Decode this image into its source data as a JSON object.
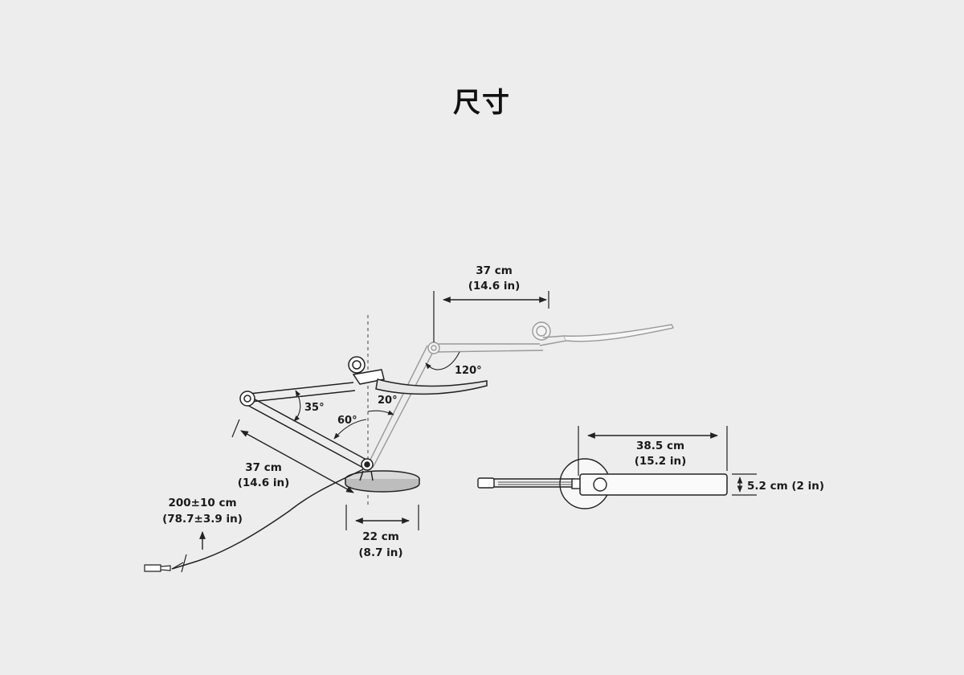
{
  "title": "尺寸",
  "side_view": {
    "upper_arm_length": {
      "cm": "37 cm",
      "in": "(14.6 in)"
    },
    "lower_arm_length": {
      "cm": "37 cm",
      "in": "(14.6 in)"
    },
    "base_diameter": {
      "cm": "22 cm",
      "in": "(8.7 in)"
    },
    "cable_length": {
      "cm": "200±10 cm",
      "in": "(78.7±3.9 in)"
    },
    "angles": {
      "arm_rotation": "120°",
      "head_tilt": "20°",
      "elbow": "35°",
      "base_tilt": "60°"
    }
  },
  "top_view": {
    "head_length": {
      "cm": "38.5 cm",
      "in": "(15.2 in)"
    },
    "head_width": "5.2 cm (2 in)"
  },
  "colors": {
    "background": "#ededed",
    "line": "#222222",
    "ghost_line": "#9a9a9a"
  }
}
